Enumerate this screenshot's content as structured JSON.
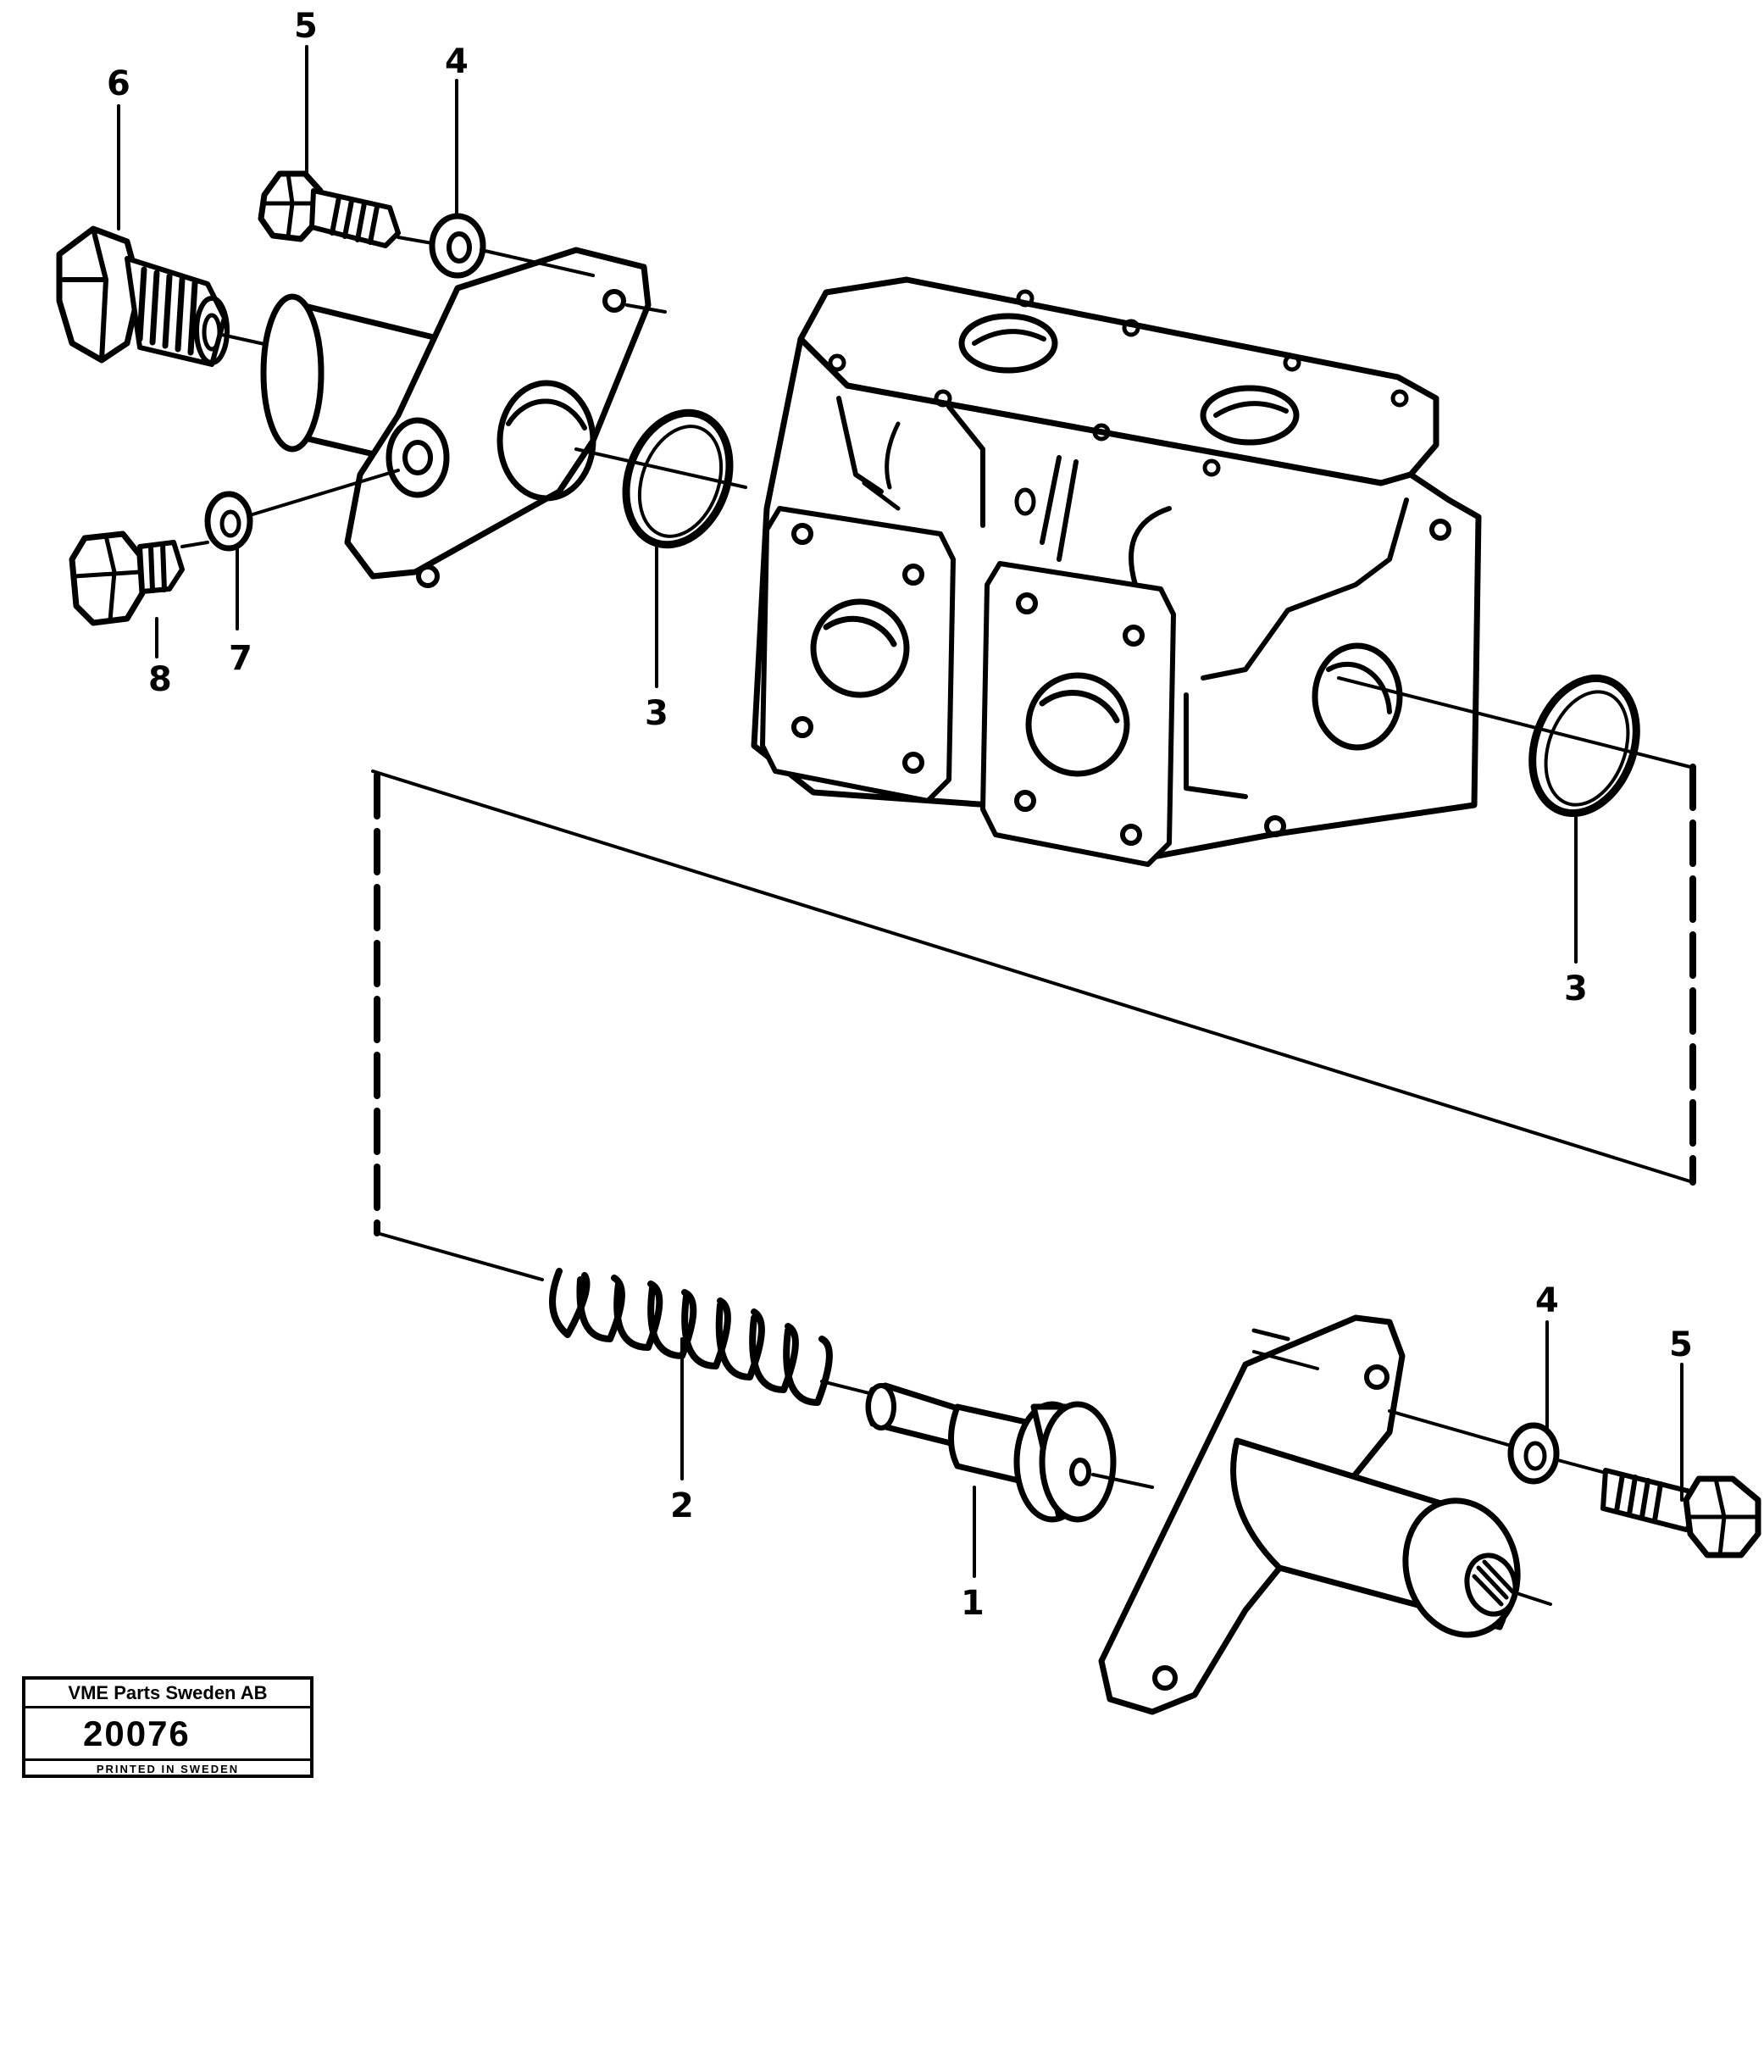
{
  "callouts": [
    {
      "id": "callout-5-top",
      "text": "5"
    },
    {
      "id": "callout-4-top",
      "text": "4"
    },
    {
      "id": "callout-6",
      "text": "6"
    },
    {
      "id": "callout-8",
      "text": "8"
    },
    {
      "id": "callout-7",
      "text": "7"
    },
    {
      "id": "callout-3-left",
      "text": "3"
    },
    {
      "id": "callout-3-right",
      "text": "3"
    },
    {
      "id": "callout-2",
      "text": "2"
    },
    {
      "id": "callout-1",
      "text": "1"
    },
    {
      "id": "callout-4-bottom",
      "text": "4"
    },
    {
      "id": "callout-5-bottom",
      "text": "5"
    }
  ],
  "title_block": {
    "company": "VME Parts Sweden AB",
    "drawing_number": "20076",
    "printed": "PRINTED IN SWEDEN"
  },
  "colors": {
    "ink": "#000000",
    "paper": "#ffffff"
  }
}
